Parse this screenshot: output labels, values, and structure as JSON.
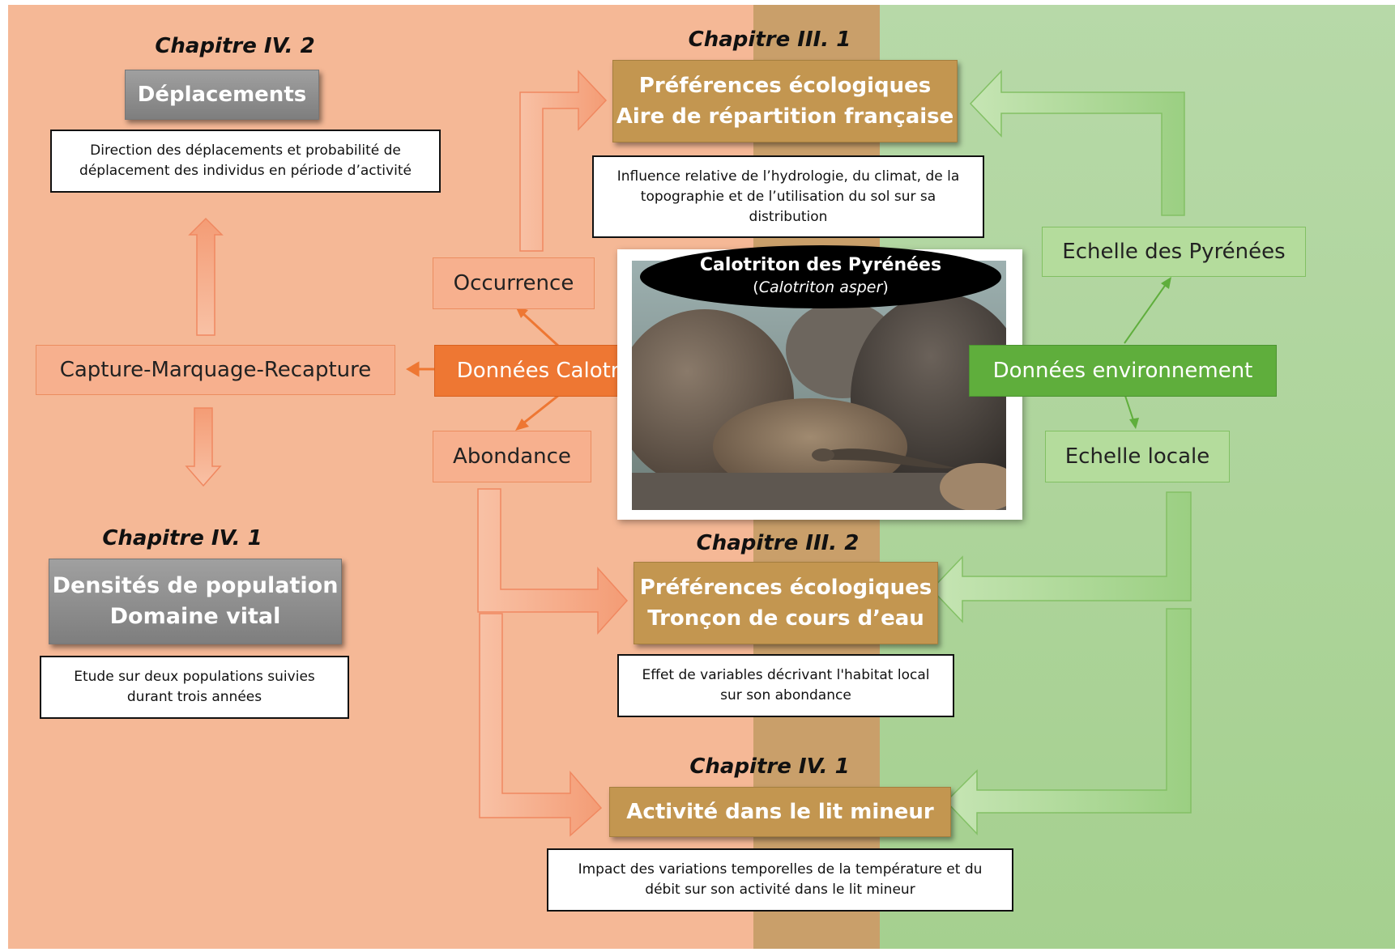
{
  "chapters": {
    "ch_iv2": "Chapitre IV. 2",
    "ch_iii1": "Chapitre III. 1",
    "ch_iv1_left": "Chapitre IV. 1",
    "ch_iii2": "Chapitre III. 2",
    "ch_iv1_bottom": "Chapitre IV. 1"
  },
  "boxes": {
    "deplacements": "Déplacements",
    "densites_line1": "Densités de population",
    "densites_line2": "Domaine vital",
    "pref1_line1": "Préférences écologiques",
    "pref1_line2": "Aire de répartition  française",
    "pref2_line1": "Préférences écologiques",
    "pref2_line2": "Tronçon de cours d’eau",
    "activite": "Activité dans le lit mineur"
  },
  "descriptions": {
    "deplacements_line1": "Direction des déplacements et probabilité de",
    "deplacements_line2": "déplacement des individus en période d’activité",
    "densites_line1": "Etude sur deux populations suivies",
    "densites_line2": "durant trois années",
    "pref1_line1": "Influence relative de l’hydrologie, du climat, de la",
    "pref1_line2": "topographie et de l’utilisation du sol sur sa",
    "pref1_line3": "distribution",
    "pref2_line1": "Effet de variables décrivant l'habitat local",
    "pref2_line2": "sur son abondance",
    "activite_line1": "Impact des variations temporelles de la température et du",
    "activite_line2": "débit sur son activité dans le lit mineur"
  },
  "nodes": {
    "occurrence": "Occurrence",
    "abondance": "Abondance",
    "cmr": "Capture-Marquage-Recapture",
    "donnees_calotriton": "Données Calotriton",
    "donnees_env": "Données environnement",
    "echelle_pyrenees": "Echelle des Pyrénées",
    "echelle_locale": "Echelle locale"
  },
  "photo": {
    "title": "Calotriton des Pyrénées",
    "sci_open": "(",
    "sci_name": "Calotriton asper",
    "sci_close": ")"
  },
  "colors": {
    "left_bg": "#f5b896",
    "mid_bg": "#c99f6a",
    "right_bg": "#a5d08f",
    "orange": "#ee7733",
    "green": "#5fae3c",
    "gold": "#c39650",
    "grey": "#8f8f8f"
  }
}
